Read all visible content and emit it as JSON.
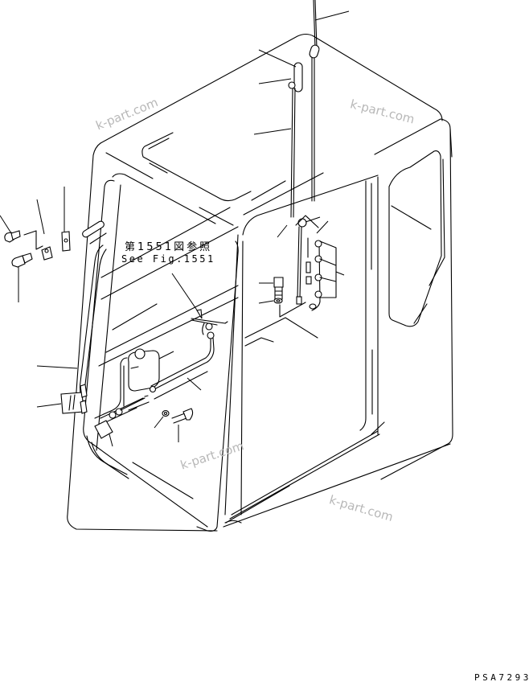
{
  "diagram": {
    "subject": "operator cab with window washer tank, cables, hinges and fastening hardware (exploded parts view)",
    "reference_note": {
      "japanese": "第1551図参照",
      "english": "See Fig.1551"
    },
    "drawing_number": "PSA7293",
    "watermarks": [
      "k-part.com",
      "k-part.com",
      "k-part.com",
      "k-part.com"
    ],
    "parts_callouts": [
      {
        "id": "antenna-rod",
        "label": ""
      },
      {
        "id": "upper-hinge-bracket",
        "label": ""
      },
      {
        "id": "hinge-pin",
        "label": ""
      },
      {
        "id": "rear-cable",
        "label": ""
      },
      {
        "id": "bolt-left",
        "label": ""
      },
      {
        "id": "plate-left",
        "label": ""
      },
      {
        "id": "bracket-small",
        "label": ""
      },
      {
        "id": "pin-left",
        "label": ""
      },
      {
        "id": "door-weatherstrip",
        "label": ""
      },
      {
        "id": "latch-plate",
        "label": ""
      },
      {
        "id": "washer-tank",
        "label": ""
      },
      {
        "id": "washer-hose",
        "label": ""
      },
      {
        "id": "connector-clip",
        "label": ""
      },
      {
        "id": "washer-nut",
        "label": ""
      },
      {
        "id": "mount-bolt",
        "label": ""
      },
      {
        "id": "rear-bolt",
        "label": ""
      },
      {
        "id": "rear-washer",
        "label": ""
      },
      {
        "id": "harness-clamp",
        "label": ""
      },
      {
        "id": "harness-bracket",
        "label": ""
      },
      {
        "id": "rear-harness",
        "label": ""
      }
    ],
    "colors": {
      "line": "#000000",
      "background": "#ffffff",
      "watermark": "#b8b8b8"
    }
  }
}
